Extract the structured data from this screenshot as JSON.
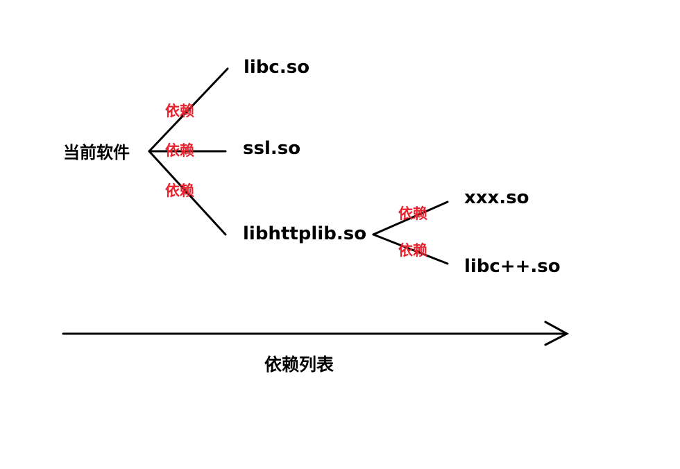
{
  "diagram": {
    "root": "当前软件",
    "edge_label": "依赖",
    "edge_label_color": "#e8222e",
    "line_color": "#000000",
    "direct_dependencies": [
      "libc.so",
      "ssl.so",
      "libhttplib.so"
    ],
    "transitive_parent": "libhttplib.so",
    "transitive_dependencies": [
      "xxx.so",
      "libc++.so"
    ],
    "axis_label": "依赖列表"
  }
}
